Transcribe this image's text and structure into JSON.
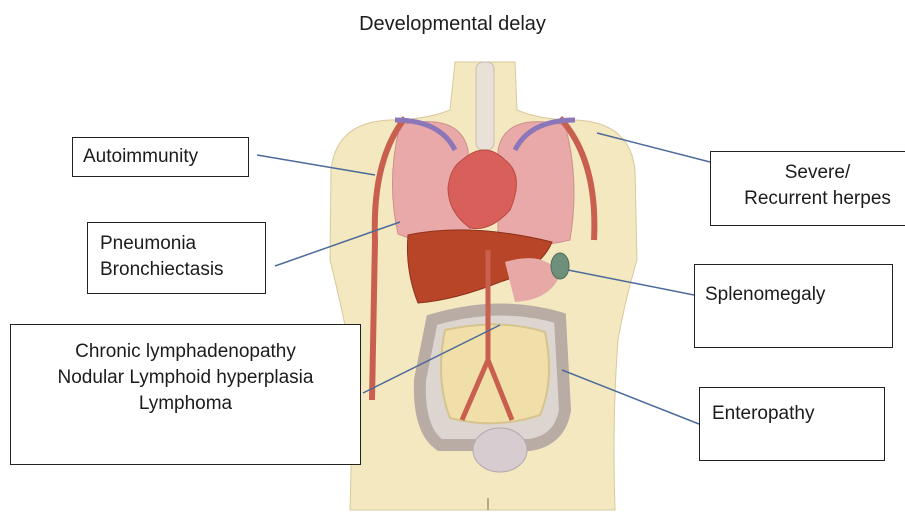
{
  "title": "Developmental delay",
  "labels": {
    "autoimmunity": [
      "Autoimmunity"
    ],
    "pneumonia": [
      "Pneumonia",
      "Bronchiectasis"
    ],
    "lymph": [
      "Chronic lymphadenopathy",
      "Nodular Lymphoid hyperplasia",
      "Lymphoma"
    ],
    "herpes": [
      "Severe/",
      "Recurrent herpes"
    ],
    "splenomegaly": [
      "Splenomegaly"
    ],
    "enteropathy": [
      "Enteropathy"
    ]
  },
  "colors": {
    "skin": "#f3e8c0",
    "lung": "#e8a9a8",
    "heart": "#d9605a",
    "liver": "#b94528",
    "spleen": "#6e8f7a",
    "intestine": "#ddd5cf",
    "artery": "#c9604f",
    "vein": "#8a76b8",
    "leader_line": "#4d6b9a"
  }
}
